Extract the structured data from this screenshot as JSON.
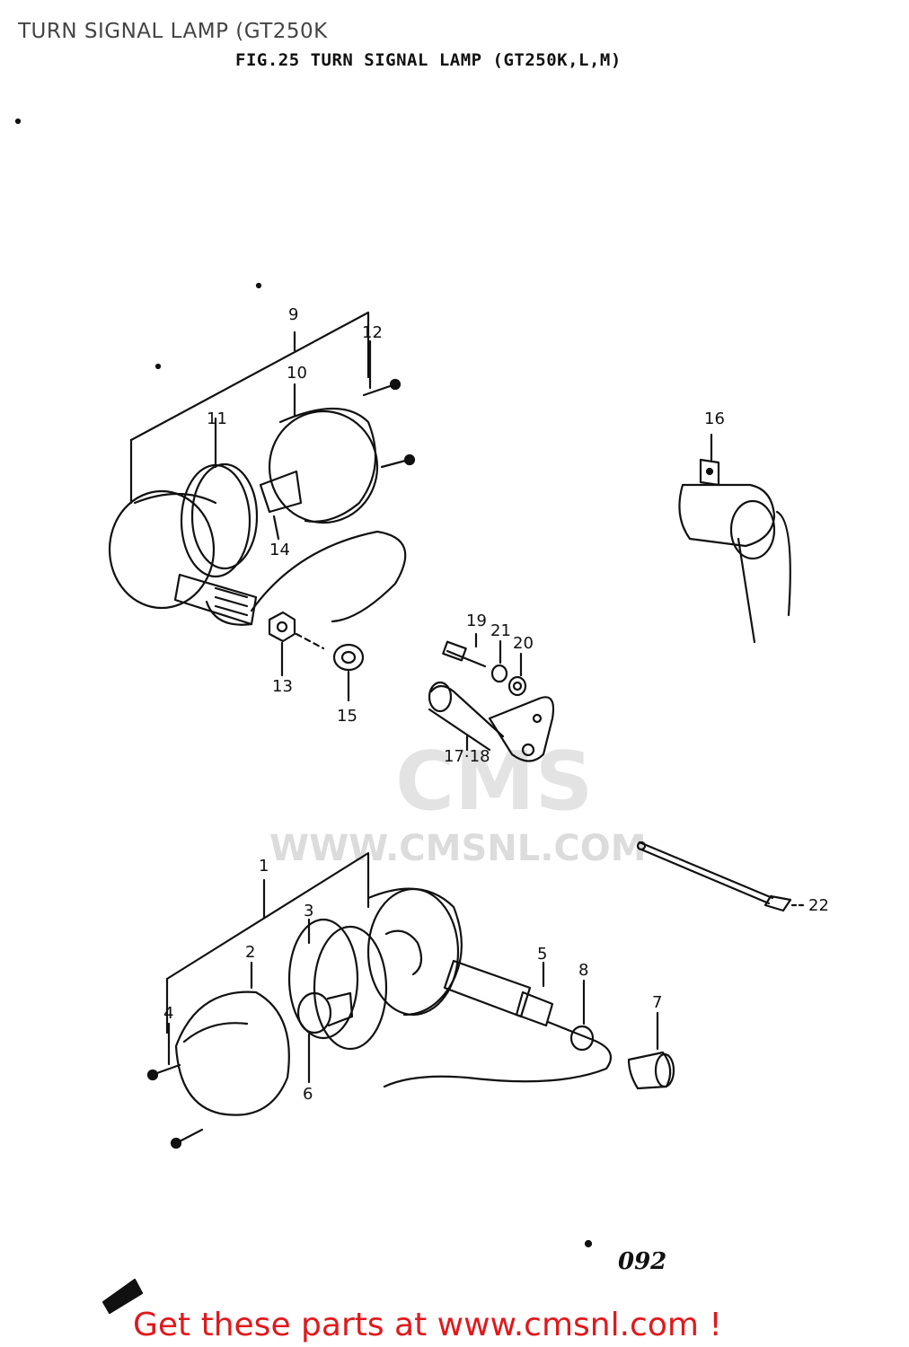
{
  "page_title": "TURN SIGNAL LAMP (GT250K",
  "figure_title": "FIG.25  TURN SIGNAL LAMP (GT250K,L,M)",
  "watermark": {
    "brand": "CMS",
    "url": "WWW.CMSNL.COM"
  },
  "callouts": [
    "9",
    "12",
    "10",
    "11",
    "14",
    "16",
    "19",
    "21",
    "20",
    "13",
    "15",
    "17·18",
    "1",
    "22",
    "3",
    "2",
    "5",
    "8",
    "4",
    "7",
    "6"
  ],
  "page_number": "092",
  "footer": "Get these parts at www.cmsnl.com !",
  "colors": {
    "line": "#111111",
    "footer_text": "#e0191c",
    "watermark": "#dcdcdc"
  }
}
